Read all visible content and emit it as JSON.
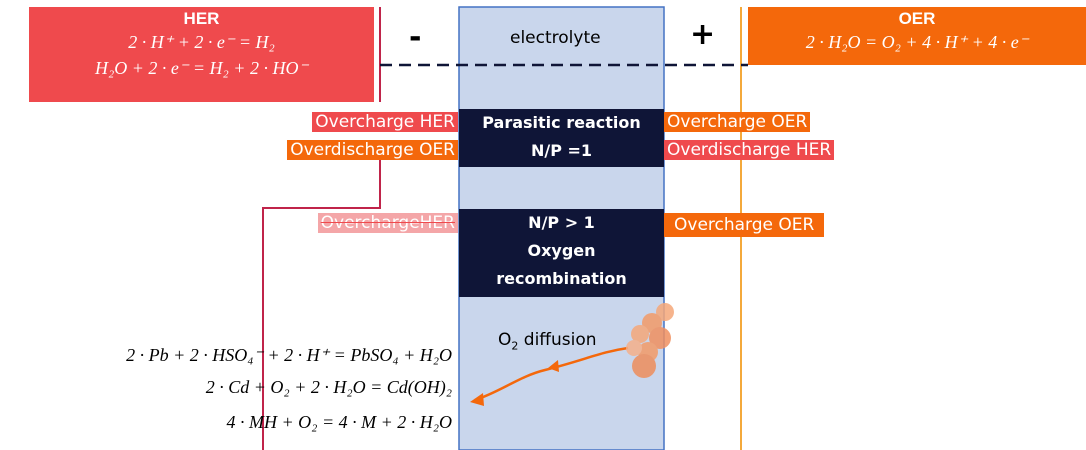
{
  "her": {
    "title": "HER",
    "eq1": "2 · H⁺ + 2 · e⁻ = H₂",
    "eq2": "H₂O + 2 · e⁻ = H₂ + 2 · HO⁻"
  },
  "oer": {
    "title": "OER",
    "eq1": "2 · H₂O = O₂ + 4 · H⁺ + 4 · e⁻"
  },
  "cell": {
    "minus": "-",
    "plus": "+",
    "electrolyte": "electrolyte"
  },
  "labels": {
    "overcharge_her": "Overcharge HER",
    "overdischarge_oer": "Overdischarge OER",
    "overcharge_oer": "Overcharge OER",
    "overdischarge_her": "Overdischarge HER",
    "crossed_overcharge_her": "OverchargeHER",
    "overcharge_oer_2": "Overcharge OER"
  },
  "parasitic": {
    "line1": "Parasitic reaction",
    "line2": "N/P =1"
  },
  "recombination": {
    "line1": "N/P > 1",
    "line2": "Oxygen",
    "line3": "recombination"
  },
  "diffusion": {
    "prefix": "O",
    "sub": "2",
    "suffix": " diffusion"
  },
  "bottom_equations": {
    "eq1": "2 · Pb + 2 · HSO₄⁻ + 2 · H⁺ = PbSO₄ + H₂O",
    "eq2": "2 · Cd +  O₂ + 2 · H₂O = Cd(OH)₂",
    "eq3": "4 · MH +  O₂ = 4 · M + 2 · H₂O"
  },
  "colors": {
    "her_red": "#EF4A4D",
    "oer_orange": "#F4680B",
    "electrolyte": "#C9D6EC",
    "navy": "#0F1537"
  }
}
